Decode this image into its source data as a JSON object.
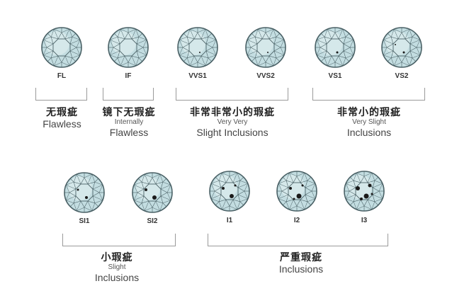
{
  "colors": {
    "facet_fill": "#c3dde1",
    "facet_light": "#e3f1f3",
    "outline": "#4a6166",
    "inclusion": "#1a1a1a",
    "bracket": "#9a9a9a"
  },
  "grades": [
    {
      "code": "FL",
      "inclusions": []
    },
    {
      "code": "IF",
      "inclusions": []
    },
    {
      "code": "VVS1",
      "inclusions": [
        {
          "size": 1
        }
      ]
    },
    {
      "code": "VVS2",
      "inclusions": [
        {
          "size": 1
        }
      ]
    },
    {
      "code": "VS1",
      "inclusions": [
        {
          "size": 1.5
        }
      ]
    },
    {
      "code": "VS2",
      "inclusions": [
        {
          "size": 1.5
        },
        {
          "size": 1
        }
      ]
    },
    {
      "code": "SI1",
      "inclusions": [
        {
          "size": 2
        },
        {
          "size": 1.5
        }
      ]
    },
    {
      "code": "SI2",
      "inclusions": [
        {
          "size": 3
        },
        {
          "size": 2
        }
      ]
    },
    {
      "code": "I1",
      "inclusions": [
        {
          "size": 3
        },
        {
          "size": 2
        },
        {
          "size": 1.5
        }
      ]
    },
    {
      "code": "I2",
      "inclusions": [
        {
          "size": 3.5
        },
        {
          "size": 2
        },
        {
          "size": 1.5
        },
        {
          "size": 1.5
        }
      ]
    },
    {
      "code": "I3",
      "inclusions": [
        {
          "size": 3.5
        },
        {
          "size": 3
        },
        {
          "size": 2.5
        },
        {
          "size": 2
        },
        {
          "size": 1.5
        }
      ]
    }
  ],
  "groups": [
    {
      "zh": "无瑕疵",
      "en": "Flawless"
    },
    {
      "zh": "镜下无瑕疵",
      "en_small": "Internally",
      "en": "Flawless"
    },
    {
      "zh": "非常非常小的瑕疵",
      "en_small": "Very Very",
      "en": "Slight Inclusions"
    },
    {
      "zh": "非常小的瑕疵",
      "en_small": "Very Slight",
      "en": "Inclusions"
    },
    {
      "zh": "小瑕疵",
      "en_small": "Slight",
      "en": "Inclusions"
    },
    {
      "zh": "严重瑕疵",
      "en": "Inclusions"
    }
  ]
}
